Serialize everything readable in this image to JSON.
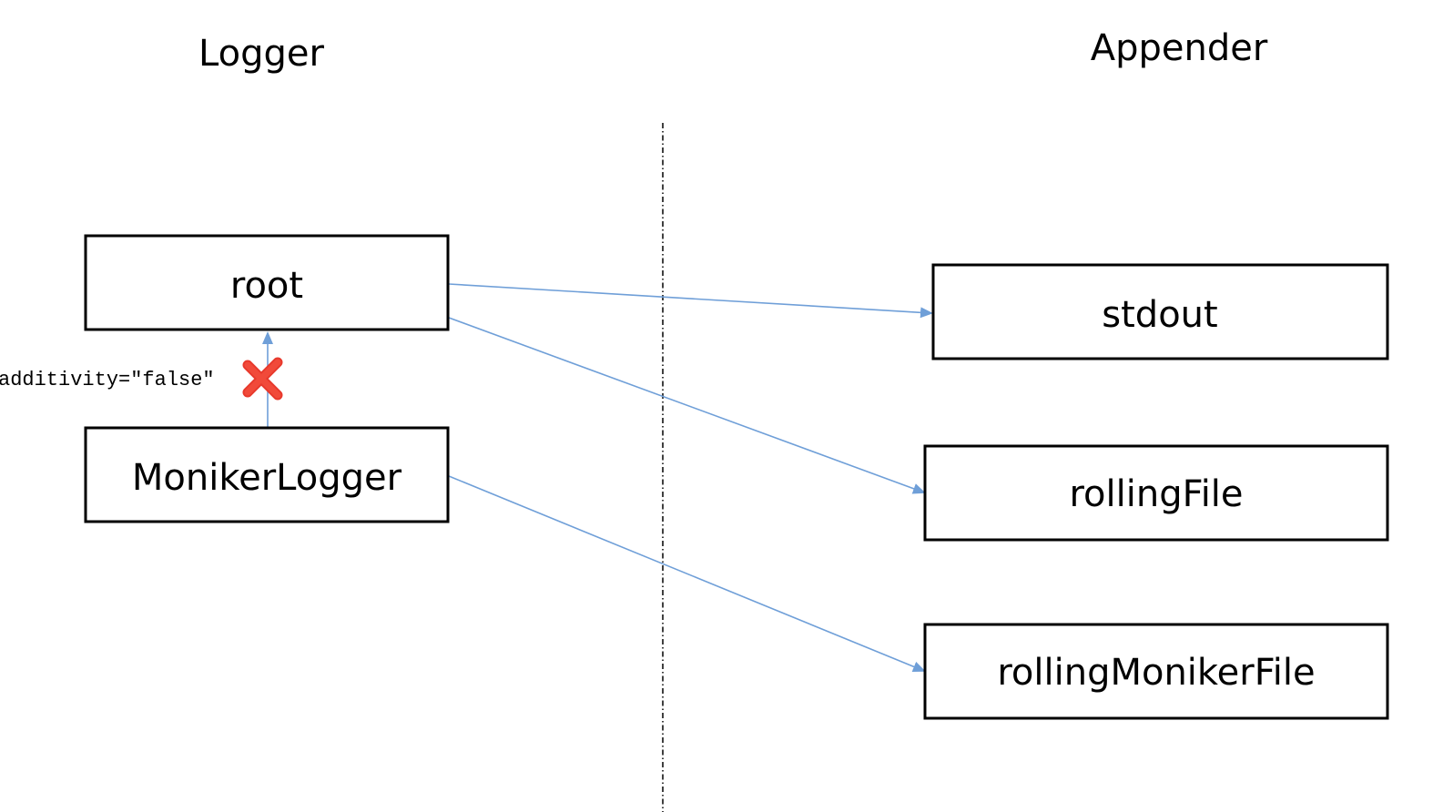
{
  "columns": {
    "left_title": "Logger",
    "right_title": "Appender"
  },
  "loggers": {
    "root": "root",
    "moniker": "MonikerLogger"
  },
  "appenders": {
    "stdout": "stdout",
    "rolling_file": "rollingFile",
    "rolling_moniker_file": "rollingMonikerFile"
  },
  "additivity_note": "additivity=\"false\"",
  "icons": {
    "blocked": "cross-icon"
  },
  "colors": {
    "connector": "#6f9fd8",
    "blocked": "#e8392c"
  }
}
